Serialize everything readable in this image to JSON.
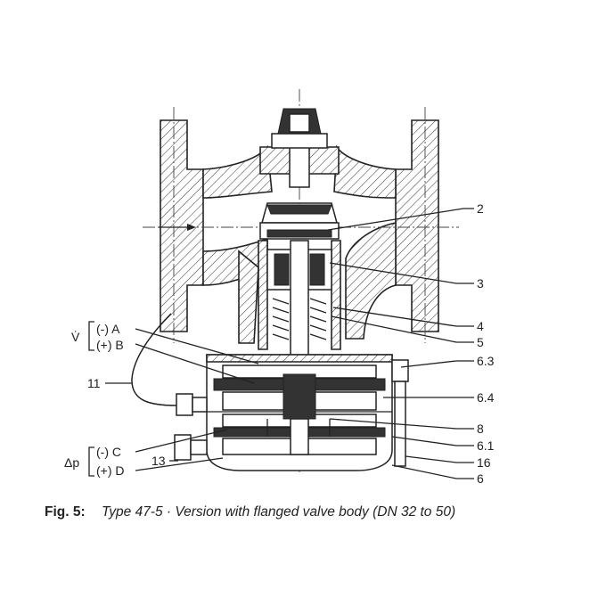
{
  "caption": {
    "figure": "Fig. 5:",
    "text": "Type 47-5 · Version with flanged valve body (DN 32 to 50)"
  },
  "labels": {
    "l2": "2",
    "l3": "3",
    "l4": "4",
    "l5": "5",
    "l6_3": "6.3",
    "l6_4": "6.4",
    "l8": "8",
    "l6_1": "6.1",
    "l16": "16",
    "l6": "6",
    "l11": "11",
    "l13": "13",
    "a": "(-) A",
    "b": "(+) B",
    "c": "(-) C",
    "d": "(+) D",
    "v": "V̇",
    "dp": "Δp"
  }
}
